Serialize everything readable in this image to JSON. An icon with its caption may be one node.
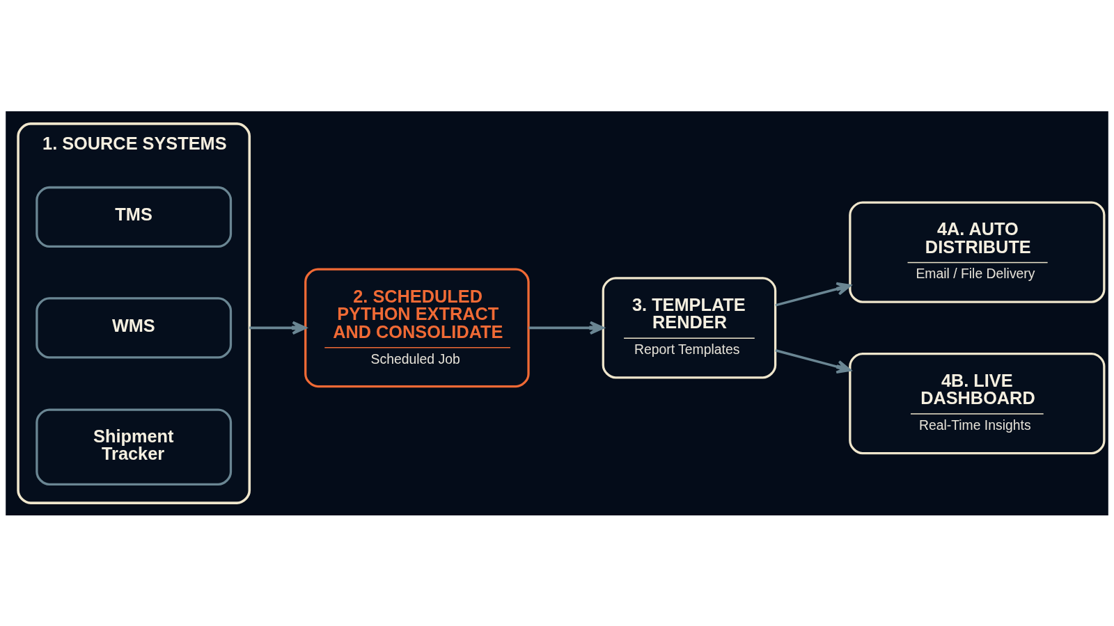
{
  "diagram": {
    "nodes": [
      {
        "text": [
          "1. SOURCE SYSTEMS"
        ]
      },
      {
        "text": [
          "TMS"
        ],
        "in": 0
      },
      {
        "text": [
          "WMS"
        ],
        "in": 0
      },
      {
        "text": [
          "Shipment Tracker"
        ],
        "in": 0
      },
      {
        "text": [
          "2. SCHEDULED PYTHON EXTRACT AND CONSOLIDATE",
          "Scheduled Job"
        ]
      },
      {
        "text": [
          "3. TEMPLATE RENDER",
          "Report Templates"
        ]
      },
      {
        "text": [
          "4A. AUTO DISTRIBUTE",
          "Email / File Delivery"
        ]
      },
      {
        "text": [
          "4B. LIVE DASHBOARD",
          "Real-Time Insights"
        ]
      }
    ],
    "edges": [
      {
        "from": 0,
        "to": 4,
        "arrow": "to"
      },
      {
        "from": 4,
        "to": 5,
        "arrow": "to"
      },
      {
        "from": 5,
        "to": 6,
        "arrow": "to"
      },
      {
        "from": 5,
        "to": 7,
        "arrow": "to"
      }
    ]
  }
}
